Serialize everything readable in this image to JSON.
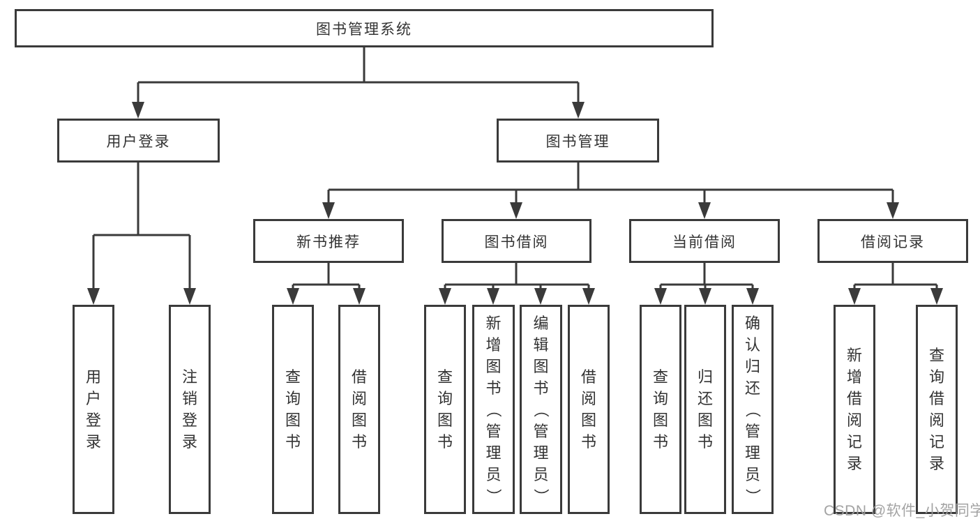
{
  "diagram_type": "hierarchy-tree",
  "colors": {
    "line": "#3a3a3a",
    "box_border": "#3a3a3a",
    "box_fill": "#ffffff",
    "text": "#333333",
    "watermark": "#9e9e9e",
    "background": "#ffffff"
  },
  "hierarchy": {
    "label": "图书管理系统",
    "children": [
      {
        "label": "用户登录",
        "children": [
          {
            "label": "用户登录"
          },
          {
            "label": "注销登录"
          }
        ]
      },
      {
        "label": "图书管理",
        "children": [
          {
            "label": "新书推荐",
            "children": [
              {
                "label": "查询图书"
              },
              {
                "label": "借阅图书"
              }
            ]
          },
          {
            "label": "图书借阅",
            "children": [
              {
                "label": "查询图书"
              },
              {
                "label": "新增图书（管理员）"
              },
              {
                "label": "编辑图书（管理员）"
              },
              {
                "label": "借阅图书"
              }
            ]
          },
          {
            "label": "当前借阅",
            "children": [
              {
                "label": "查询图书"
              },
              {
                "label": "归还图书"
              },
              {
                "label": "确认归还（管理员）"
              }
            ]
          },
          {
            "label": "借阅记录",
            "children": [
              {
                "label": "新增借阅记录"
              },
              {
                "label": "查询借阅记录"
              }
            ]
          }
        ]
      }
    ]
  },
  "watermark": "CSDN @软件_小贺同学"
}
